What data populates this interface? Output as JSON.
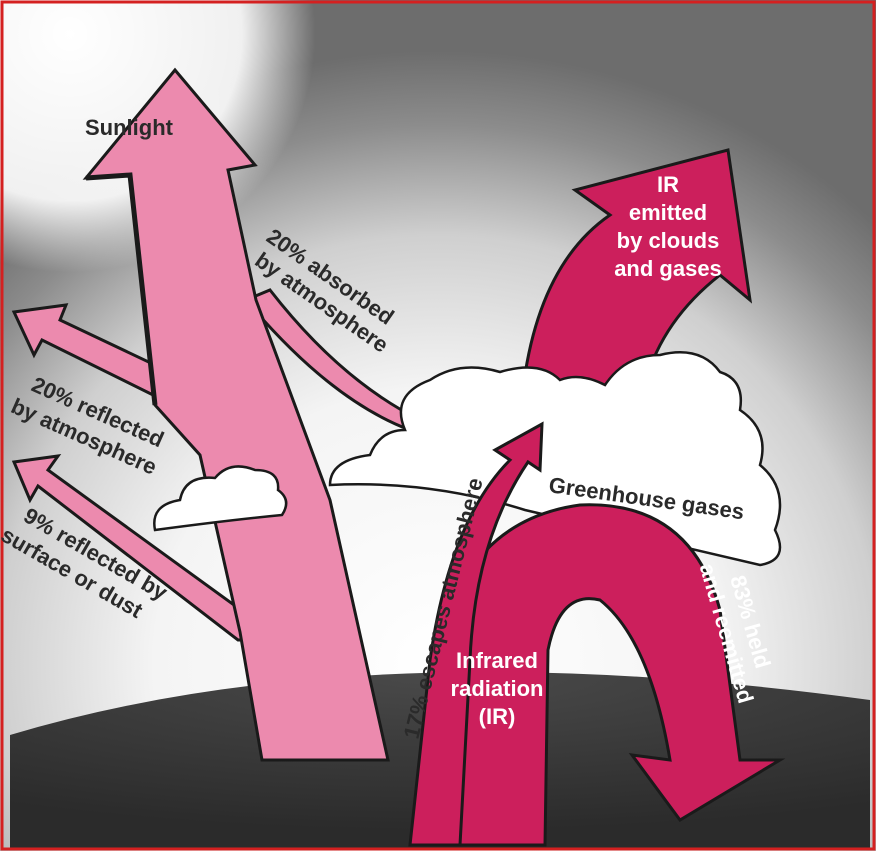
{
  "labels": {
    "sunlight": "Sunlight",
    "absorbed_line1": "20% absorbed",
    "absorbed_line2": "by atmosphere",
    "reflected_atm_line1": "20% reflected",
    "reflected_atm_line2": "by atmosphere",
    "reflected_surface_line1": "9% reflected by",
    "reflected_surface_line2": "surface or dust",
    "ir_emitted_line1": "IR",
    "ir_emitted_line2": "emitted",
    "ir_emitted_line3": "by clouds",
    "ir_emitted_line4": "and gases",
    "greenhouse": "Greenhouse gases",
    "escapes": "17% escapes atmosphere",
    "infrared_line1": "Infrared",
    "infrared_line2": "radiation",
    "infrared_line3": "(IR)",
    "held_line1": "83% held",
    "held_line2": "and reemitted"
  },
  "colors": {
    "sunlight_arrow": "#ec8aae",
    "ir_arrow": "#cc1f5c",
    "ground": "#3a3a3a",
    "border": "#d42020"
  }
}
